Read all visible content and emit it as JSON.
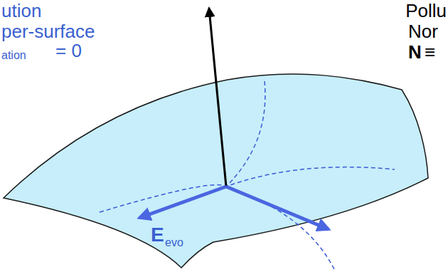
{
  "diagram": {
    "labels": [
      "ution",
      "per-surface",
      "ation",
      "= 0",
      "Pollu",
      "Nor",
      "N",
      "≡",
      "E",
      "evo"
    ]
  }
}
